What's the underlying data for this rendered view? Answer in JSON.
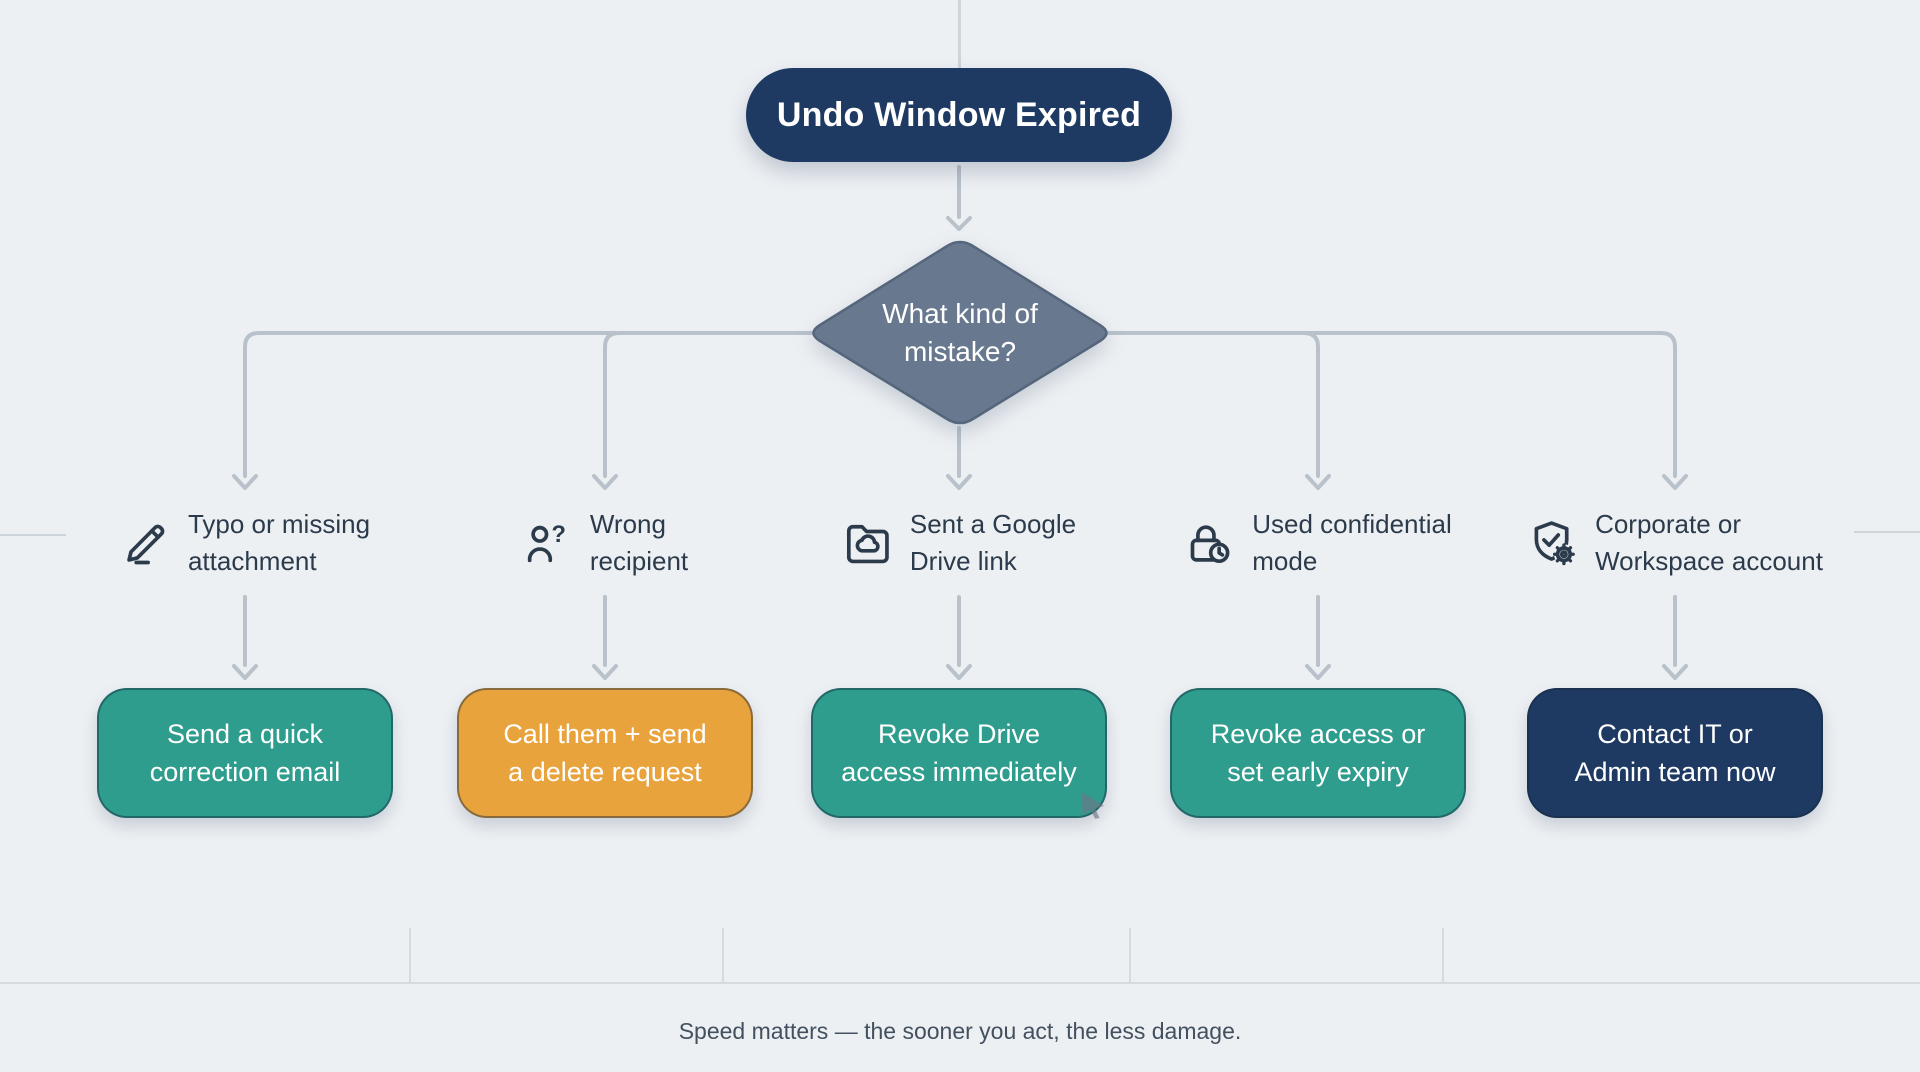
{
  "flow": {
    "root_label": "Undo Window Expired",
    "decision": {
      "line1": "What kind of",
      "line2": "mistake?"
    },
    "branches": [
      {
        "icon": "pencil-line-icon",
        "label1": "Typo or missing",
        "label2": "attachment",
        "action1": "Send a quick",
        "action2": "correction email",
        "action_color": "teal"
      },
      {
        "icon": "user-question-icon",
        "label1": "Wrong",
        "label2": "recipient",
        "action1": "Call them + send",
        "action2": "a delete request",
        "action_color": "orange"
      },
      {
        "icon": "folder-cloud-icon",
        "label1": "Sent a Google",
        "label2": "Drive link",
        "action1": "Revoke Drive",
        "action2": "access immediately",
        "action_color": "teal"
      },
      {
        "icon": "lock-clock-icon",
        "label1": "Used confidential",
        "label2": "mode",
        "action1": "Revoke access or",
        "action2": "set early expiry",
        "action_color": "teal"
      },
      {
        "icon": "shield-check-gear-icon",
        "label1": "Corporate or",
        "label2": "Workspace account",
        "action1": "Contact IT or",
        "action2": "Admin team now",
        "action_color": "navy"
      }
    ],
    "footer": "Speed matters — the sooner you act, the less damage."
  },
  "colors": {
    "navy": "#1e3a63",
    "teal": "#2f9d8e",
    "orange": "#e8a33c",
    "diamond_fill": "#68798f",
    "diamond_stroke": "#55667c",
    "connector": "#b9c2cb",
    "label_text": "#2c3b4c",
    "background": "#edf0f3"
  }
}
